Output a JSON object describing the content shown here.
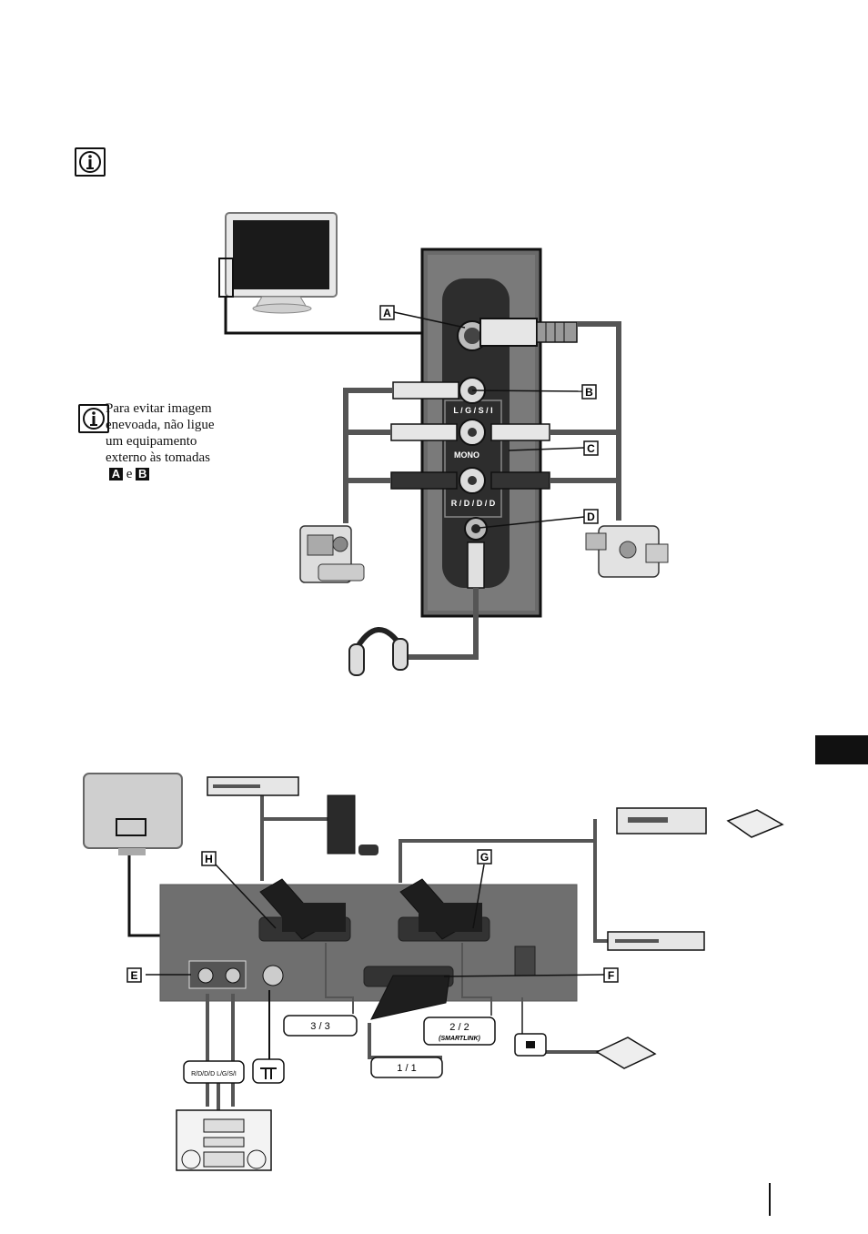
{
  "note_side_panel": {
    "lines": [
      "Para evitar imagem",
      "enevoada, não ligue",
      "um equipamento",
      "externo às tomadas"
    ],
    "connector_word": "e",
    "letters": [
      "A",
      "B"
    ]
  },
  "front_panel": {
    "labels": [
      "A",
      "B",
      "C",
      "D"
    ],
    "jack_labels": {
      "audio_left": "L / G / S / I",
      "mono": "MONO",
      "audio_right": "R / D / D / D"
    }
  },
  "rear_panel": {
    "labels": [
      "E",
      "F",
      "G",
      "H"
    ],
    "scart_labels": {
      "av3": "3 / 3",
      "av2": "2 / 2",
      "smartlink": "(SMARTLINK)",
      "av1": "1 / 1"
    },
    "audio_out_label": "R/D/D/D  L/G/S/I"
  },
  "colors": {
    "ink": "#111111",
    "cable": "#555555",
    "panel": "#6f6f6f",
    "panel_dark": "#333333"
  }
}
